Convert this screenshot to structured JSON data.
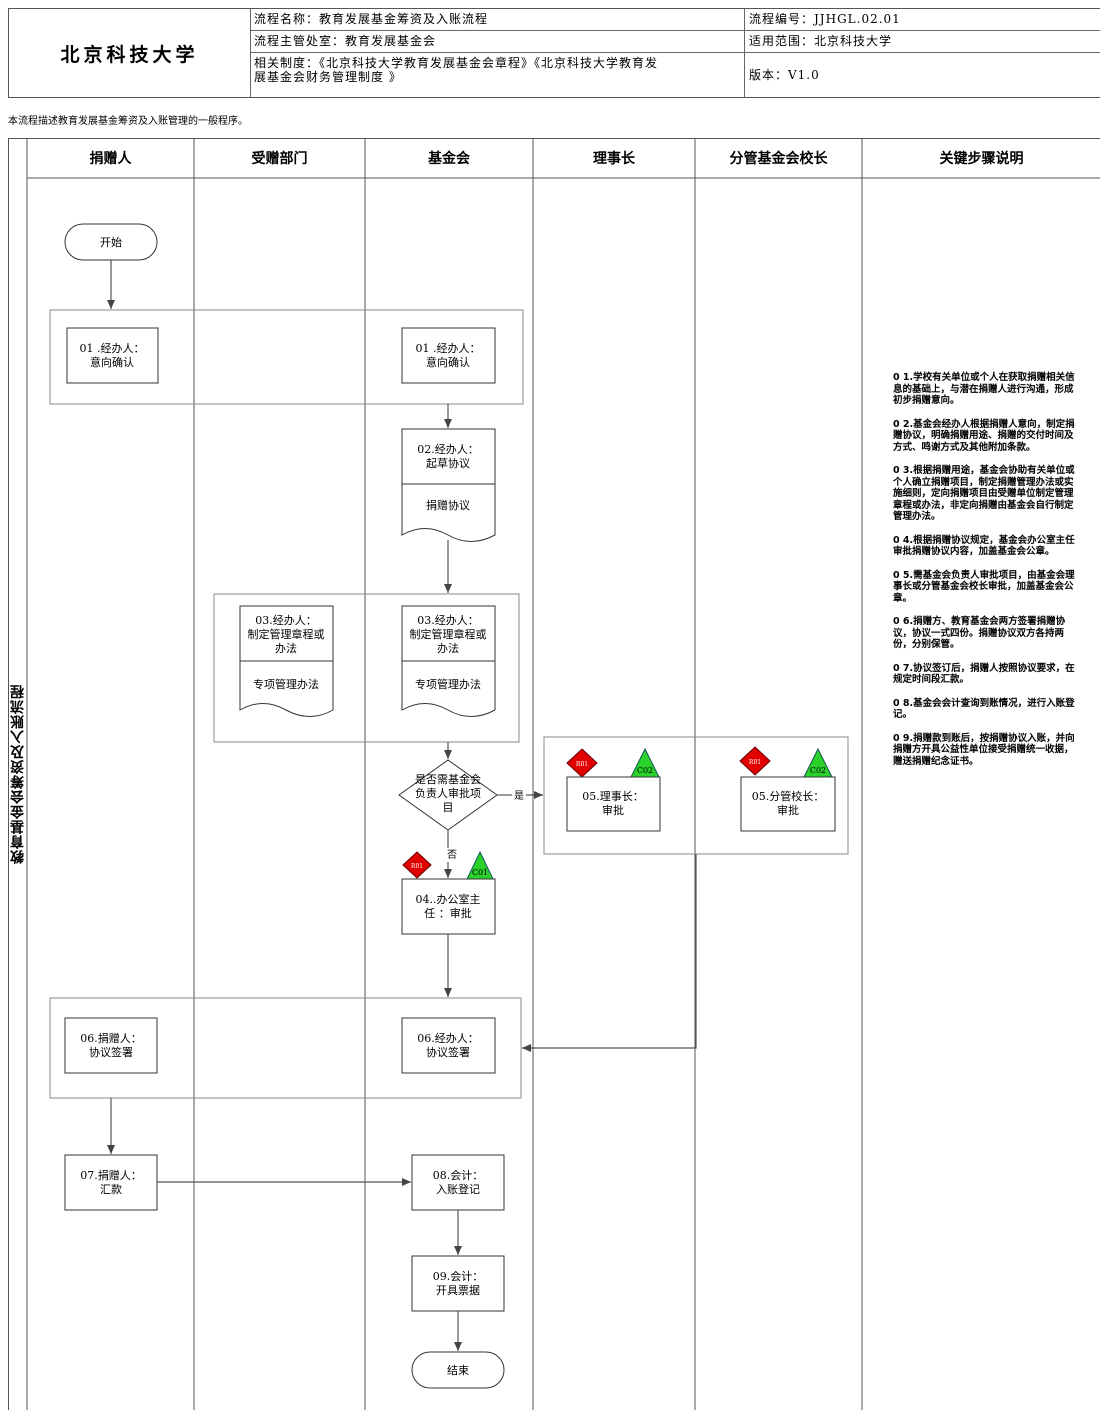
{
  "header": {
    "org": "北京科技大学",
    "process_name": "流程名称：教育发展基金筹资及入账流程",
    "process_id": "流程编号：JJHGL.02.01",
    "owner": "流程主管处室：教育发展基金会",
    "scope": "适用范围：北京科技大学",
    "regulations_line1": "相关制度：《北京科技大学教育发展基金会章程》《北京科技大学教育发",
    "regulations_line2": "展基金会财务管理制度 》",
    "version": "版本：V1.0"
  },
  "description": "本流程描述教育发展基金筹资及入账管理的一般程序。",
  "flow_title": "教育基金会筹资及入账流程",
  "lanes": [
    "捐赠人",
    "受赠部门",
    "基金会",
    "理事长",
    "分管基金会校长",
    "关键步骤说明"
  ],
  "nodes": {
    "start": "开始",
    "end": "结束",
    "s01a_1": "01 .经办人：",
    "s01a_2": "意向确认",
    "s01b_1": "01 .经办人：",
    "s01b_2": "意向确认",
    "s02_1": "02.经办人：",
    "s02_2": "起草协议",
    "doc_agreement": "捐赠协议",
    "s03a_1": "03.经办人：",
    "s03a_2": "制定管理章程或",
    "s03a_3": "办法",
    "doc03a": "专项管理办法",
    "s03b_1": "03.经办人：",
    "s03b_2": "制定管理章程或",
    "s03b_3": "办法",
    "doc03b": "专项管理办法",
    "dec_1": "是否需基金会",
    "dec_2": "负责人审批项",
    "dec_3": "目",
    "yes": "是",
    "no": "否",
    "s04_1": "04..办公室主",
    "s04_2": "任 ：审批",
    "s05a_1": "05.理事长：",
    "s05a_2": "审批",
    "s05b_1": "05.分管校长：",
    "s05b_2": "审批",
    "s06a_1": "06.捐赠人：",
    "s06a_2": "协议签署",
    "s06b_1": "06.经办人：",
    "s06b_2": "协议签署",
    "s07_1": "07.捐赠人：",
    "s07_2": "汇款",
    "s08_1": "08.会计：",
    "s08_2": "入账登记",
    "s09_1": "09.会计：",
    "s09_2": "开具票据",
    "r_tag": "R01",
    "c01_tag": "C01",
    "c02_tag": "C02"
  },
  "colors": {
    "risk": "#e00000",
    "control": "#2bd12b",
    "line": "#555555"
  },
  "notes": [
    "0 1.学校有关单位或个人在获取捐赠相关信息的基础上，与潜在捐赠人进行沟通，形成初步捐赠意向。",
    "0 2.基金会经办人根据捐赠人意向，制定捐赠协议，明确捐赠用途、捐赠的交付时间及方式、鸣谢方式及其他附加条款。",
    "0 3.根据捐赠用途，基金会协助有关单位或个人确立捐赠项目，制定捐赠管理办法或实施细则，定向捐赠项目由受赠单位制定管理章程或办法，非定向捐赠由基金会自行制定管理办法。",
    "0 4.根据捐赠协议规定，基金会办公室主任审批捐赠协议内容，加盖基金会公章。",
    "0 5.需基金会负责人审批项目，由基金会理事长或分管基金会校长审批，加盖基金会公章。",
    "0 6.捐赠方、教育基金会两方签署捐赠协议，协议一式四份。捐赠协议双方各持两份，分别保管。",
    "0 7.协议签订后，捐赠人按照协议要求，在规定时间段汇款。",
    "0 8.基金会会计查询到账情况，进行入账登记。",
    "0 9.捐赠款到账后，按捐赠协议入账，并向捐赠方开具公益性单位接受捐赠统一收据，赠送捐赠纪念证书。"
  ]
}
